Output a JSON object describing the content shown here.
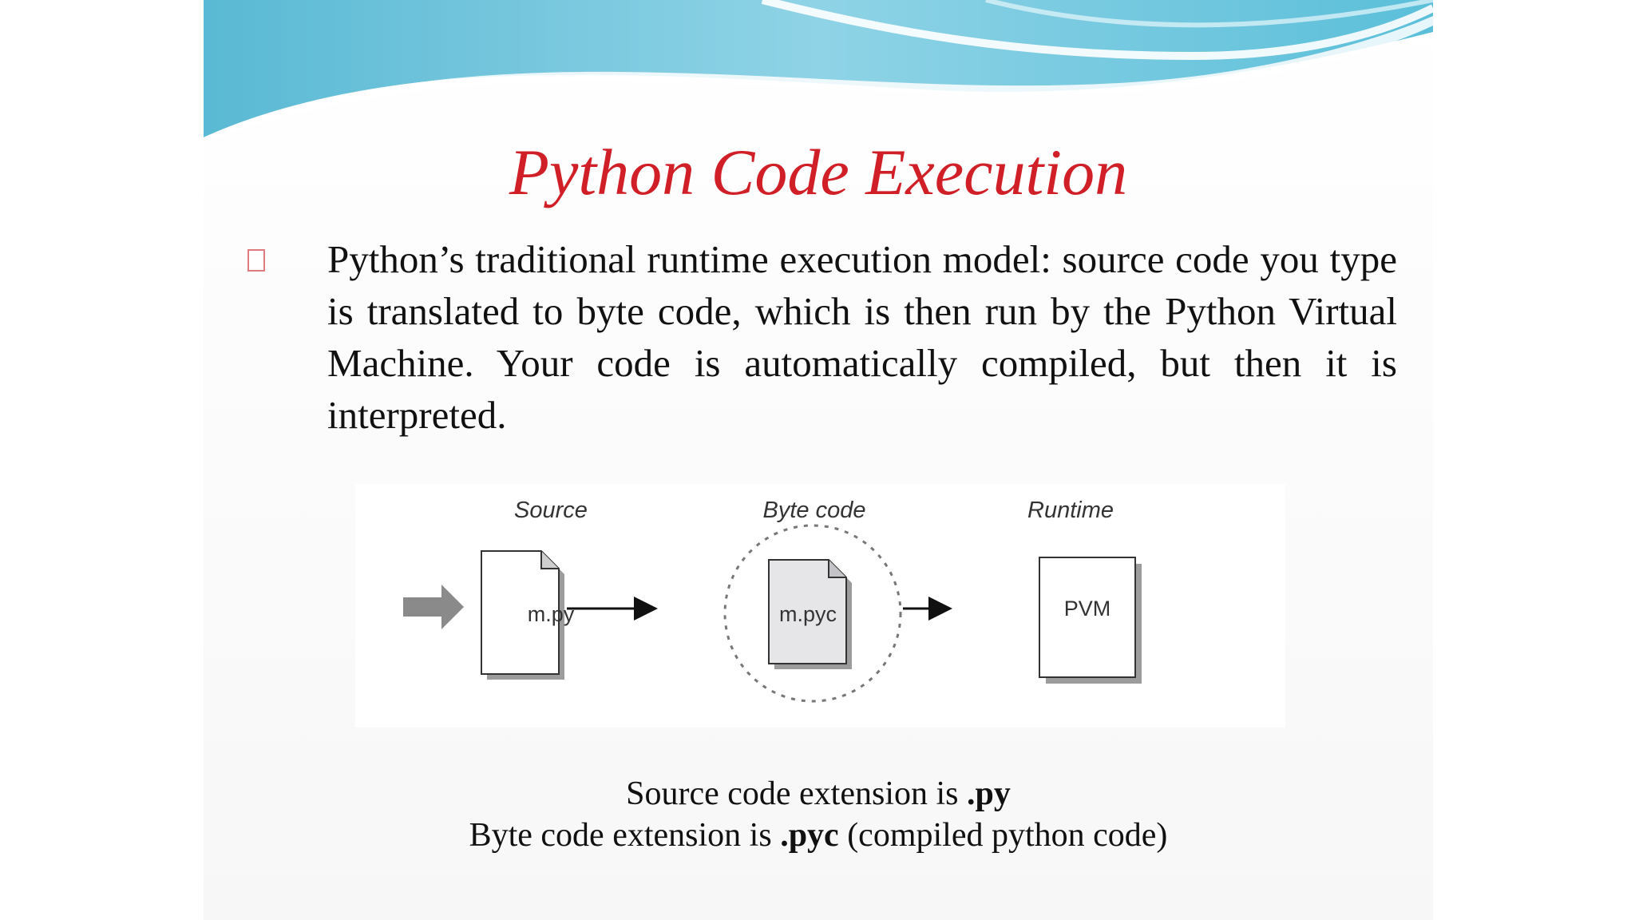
{
  "slide": {
    "title": "Python Code Execution",
    "bullet": "Python’s traditional runtime execution model: source code you type is translated to byte code, which is then run by the Python Virtual Machine. Your code is automatically compiled, but then it is interpreted."
  },
  "diagram": {
    "stages": [
      {
        "label": "Source",
        "item": "m.py"
      },
      {
        "label": "Byte code",
        "item": "m.pyc"
      },
      {
        "label": "Runtime",
        "item": "PVM"
      }
    ]
  },
  "extensions": {
    "line1_prefix": "Source code extension is ",
    "line1_ext": ".py",
    "line2_prefix": "Byte code extension is ",
    "line2_ext": ".pyc",
    "line2_suffix": " (compiled python code)"
  },
  "colors": {
    "title": "#d11f28",
    "wave_dark": "#4fb8d6",
    "wave_light": "#bfe8f2"
  }
}
